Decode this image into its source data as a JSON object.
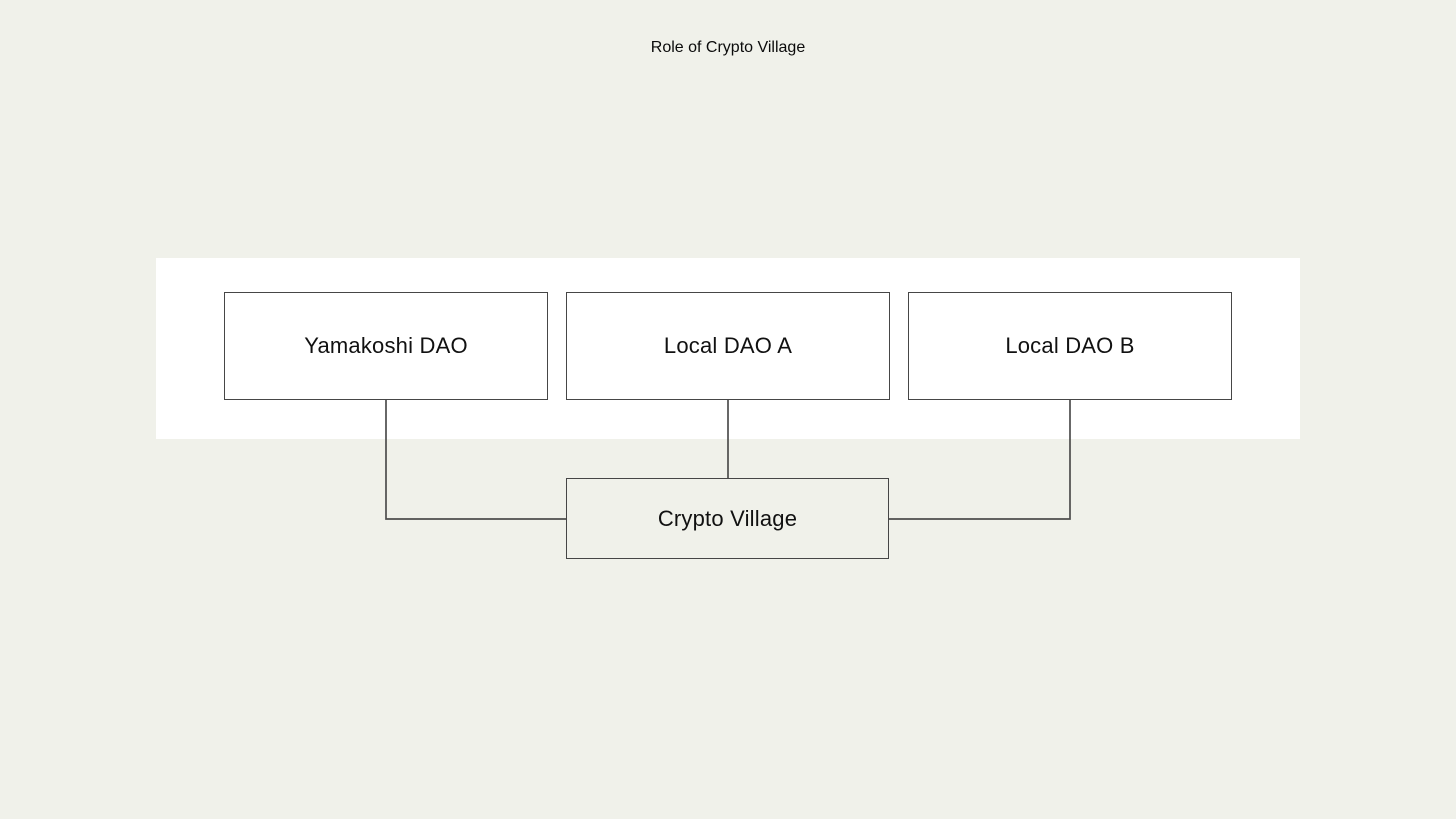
{
  "title": "Role of Crypto Village",
  "diagram": {
    "nodes": [
      {
        "id": "yamakoshi-dao",
        "label": "Yamakoshi DAO",
        "shape": "rectangle",
        "fill": "#ffffff"
      },
      {
        "id": "local-dao-a",
        "label": "Local DAO A",
        "shape": "rectangle",
        "fill": "#ffffff"
      },
      {
        "id": "local-dao-b",
        "label": "Local DAO B",
        "shape": "rectangle",
        "fill": "#ffffff"
      },
      {
        "id": "crypto-village",
        "label": "Crypto Village",
        "shape": "rectangle",
        "fill": "#f0f1ea"
      }
    ],
    "edges": [
      {
        "from": "yamakoshi-dao",
        "to": "crypto-village",
        "style": "elbow"
      },
      {
        "from": "local-dao-a",
        "to": "crypto-village",
        "style": "straight"
      },
      {
        "from": "local-dao-b",
        "to": "crypto-village",
        "style": "elbow"
      }
    ],
    "colors": {
      "page_background": "#f0f1ea",
      "canvas_background": "#ffffff",
      "border": "#464646",
      "connector": "#4d4d4d",
      "text": "#111111"
    }
  }
}
